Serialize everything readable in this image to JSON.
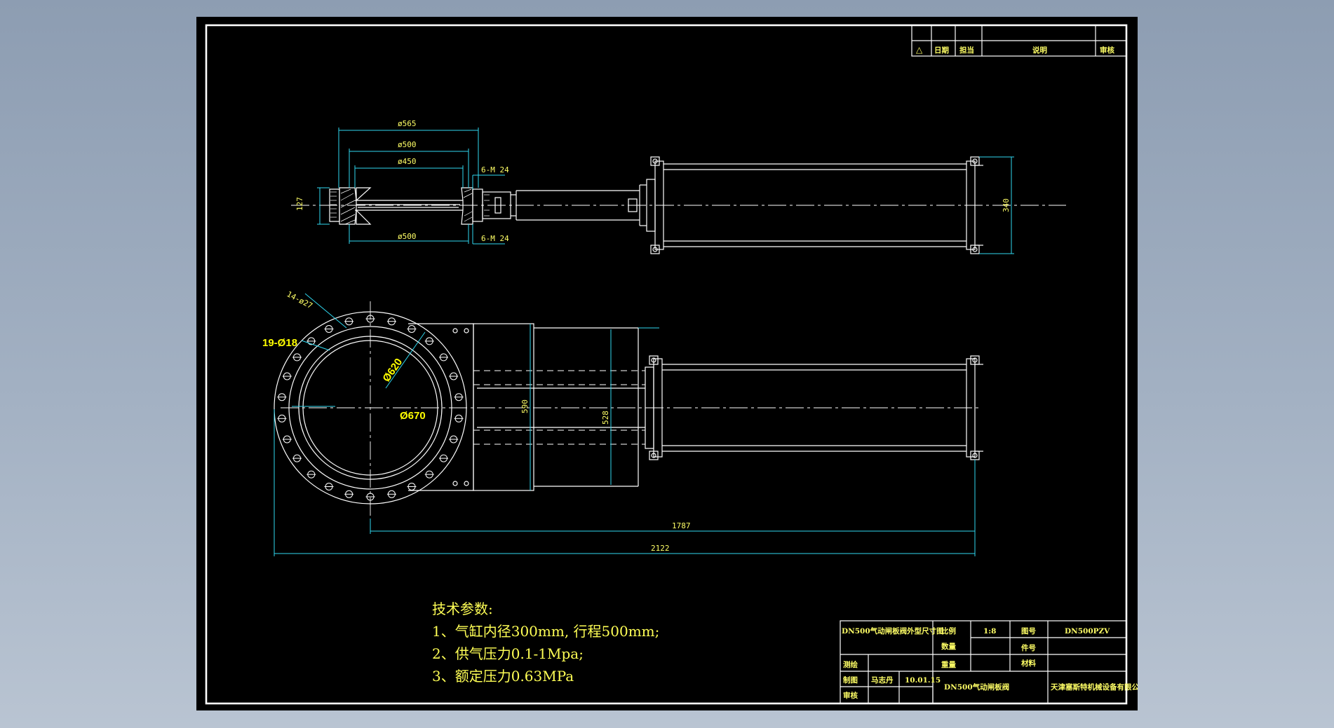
{
  "revision_table": {
    "symbol": "△",
    "headers": [
      "日期",
      "担当",
      "说明",
      "审核"
    ]
  },
  "dimensions": {
    "top_view": {
      "d565": "ø565",
      "d500_top": "ø500",
      "d450": "ø450",
      "d500_bottom": "ø500",
      "bolt_top": "6-M 24",
      "bolt_bottom": "6-M 24",
      "width_127": "127",
      "height_340": "340"
    },
    "front_view": {
      "bolt_holes_small": "14-ø27",
      "bolt_holes_large": "19-Ø18",
      "d670": "Ø670",
      "d620": "Ø620",
      "body_width": "590",
      "cylinder_width": "528",
      "stroke_1787": "1787",
      "overall_2122": "2122"
    }
  },
  "tech_params": {
    "heading": "技术参数:",
    "items": [
      "1、气缸内径300mm, 行程500mm;",
      "2、供气压力0.1-1Mpa;",
      "3、额定压力0.63MPa"
    ]
  },
  "title_block": {
    "drawing_title": "DN500气动闸板阀外型尺寸图",
    "scale_label": "比例",
    "scale_value": "1:8",
    "drawing_no_label": "图号",
    "drawing_no_value": "DN500PZV",
    "qty_label": "数量",
    "part_no_label": "件号",
    "survey_label": "测绘",
    "weight_label": "重量",
    "material_label": "材料",
    "drawn_label": "制图",
    "drawn_by": "马志丹",
    "date": "10.01.15",
    "check_label": "审核",
    "product_name": "DN500气动闸板阀",
    "company": "天津塞斯特机械设备有限公司"
  },
  "colors": {
    "background": "#000000",
    "outline": "#ffffff",
    "dimension": "#2fd8f0",
    "text": "#ffff66"
  }
}
